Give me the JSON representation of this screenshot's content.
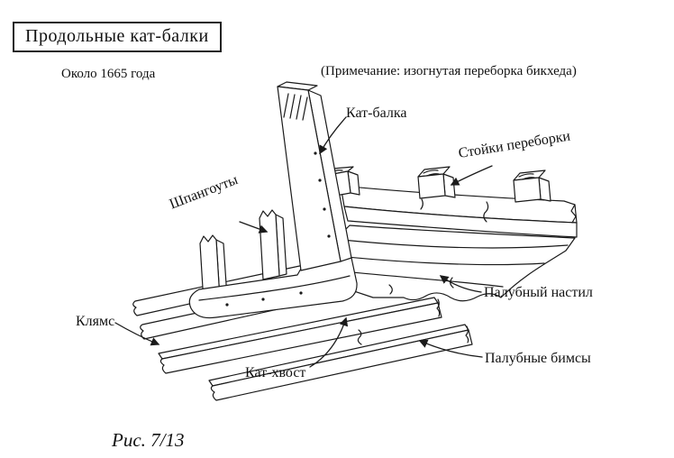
{
  "page": {
    "title_boxed": "Продольные кат-балки",
    "subtitle": "Около 1665 года",
    "note": "(Примечание: изогнутая переборка бикхеда)",
    "caption": "Рис. 7/13"
  },
  "labels": {
    "cat_beam": "Кат-балка",
    "stanchions": "Стойки переборки",
    "frames": "Шпангоуты",
    "deck_planking": "Палубный настил",
    "clamp": "Клямс",
    "cat_tail": "Кат-хвост",
    "deck_beams": "Палубные бимсы"
  },
  "colors": {
    "ink": "#1a1a1a",
    "background": "#ffffff"
  }
}
